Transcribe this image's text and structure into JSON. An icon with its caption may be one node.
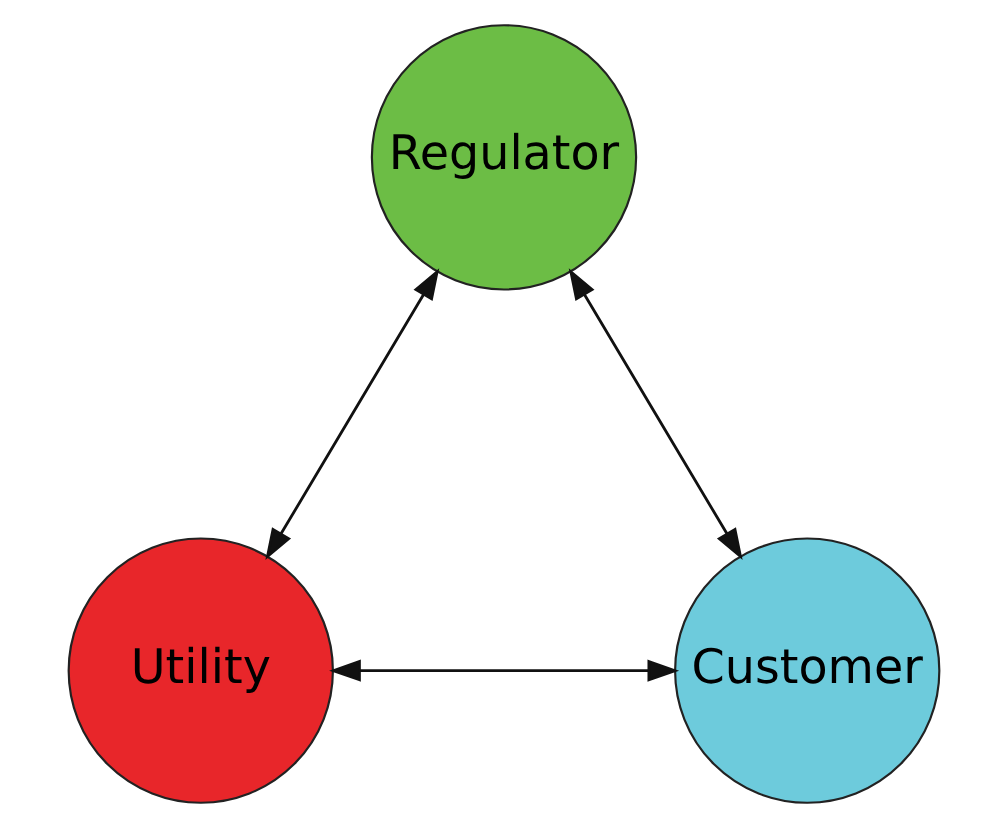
{
  "diagram": {
    "nodes": [
      {
        "text": [
          "Regulator"
        ]
      },
      {
        "text": [
          "Utility"
        ]
      },
      {
        "text": [
          "Customer"
        ]
      }
    ],
    "edges": [
      {
        "from": 0,
        "to": 1,
        "arrow": "both"
      },
      {
        "from": 0,
        "to": 2,
        "arrow": "both"
      },
      {
        "from": 1,
        "to": 2,
        "arrow": "both"
      }
    ]
  }
}
